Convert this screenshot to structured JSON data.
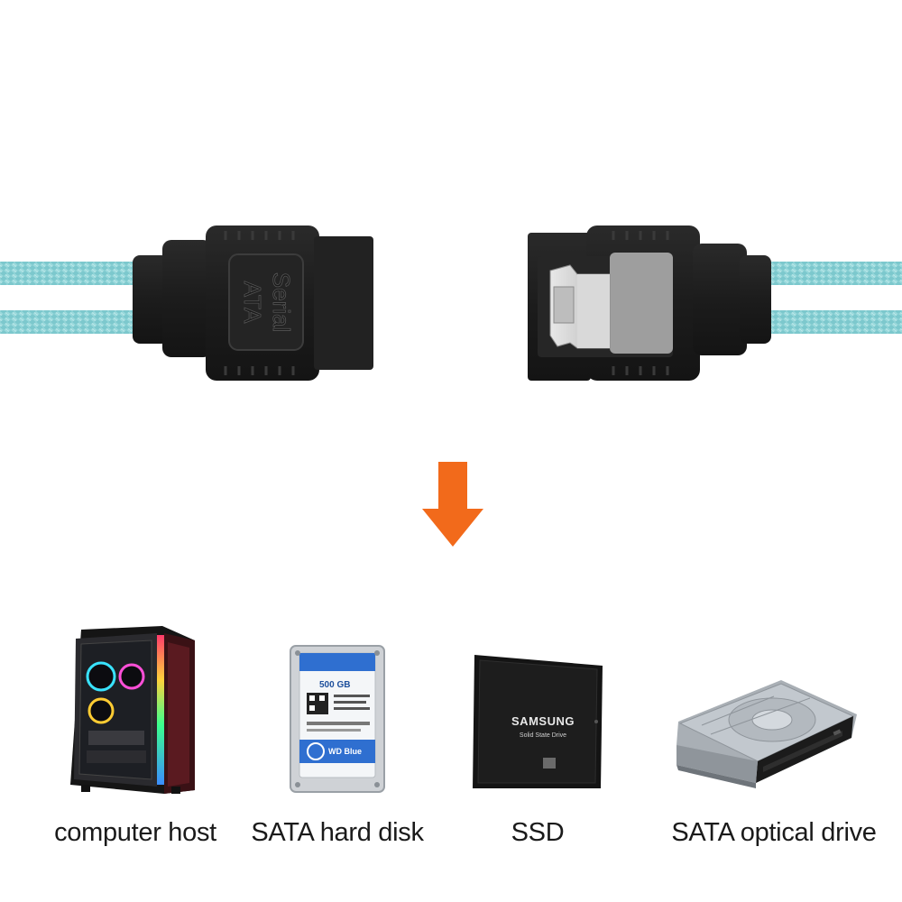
{
  "connector": {
    "left_plug_text_line1": "Serial",
    "left_plug_text_line2": "ATA",
    "cable_color": "#8fd3d8",
    "plug_color": "#1e1e1e"
  },
  "arrow": {
    "color": "#f26a1b",
    "icon": "arrow-down-icon"
  },
  "devices": [
    {
      "label": "computer host",
      "icon": "pc-case-icon"
    },
    {
      "label": "SATA hard disk",
      "icon": "hard-disk-icon",
      "sticker_capacity": "500 GB",
      "sticker_brand": "WD Blue",
      "brand_color": "#2f6fd0"
    },
    {
      "label": "SSD",
      "icon": "ssd-icon",
      "brand": "SAMSUNG",
      "subtitle": "Solid State Drive"
    },
    {
      "label": "SATA optical drive",
      "icon": "optical-drive-icon"
    }
  ]
}
